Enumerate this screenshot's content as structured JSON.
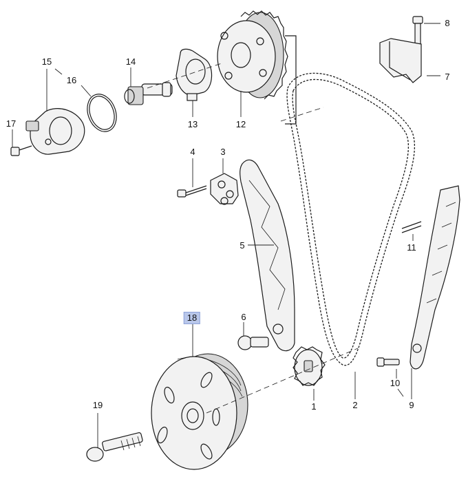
{
  "diagram": {
    "callouts": [
      {
        "id": "c1",
        "text": "1",
        "highlighted": false
      },
      {
        "id": "c2",
        "text": "2",
        "highlighted": false
      },
      {
        "id": "c3",
        "text": "3",
        "highlighted": false
      },
      {
        "id": "c4",
        "text": "4",
        "highlighted": false
      },
      {
        "id": "c5",
        "text": "5",
        "highlighted": false
      },
      {
        "id": "c6",
        "text": "6",
        "highlighted": false
      },
      {
        "id": "c7",
        "text": "7",
        "highlighted": false
      },
      {
        "id": "c8",
        "text": "8",
        "highlighted": false
      },
      {
        "id": "c9",
        "text": "9",
        "highlighted": false
      },
      {
        "id": "c10",
        "text": "10",
        "highlighted": false
      },
      {
        "id": "c11",
        "text": "11",
        "highlighted": false
      },
      {
        "id": "c12",
        "text": "12",
        "highlighted": false
      },
      {
        "id": "c13",
        "text": "13",
        "highlighted": false
      },
      {
        "id": "c14",
        "text": "14",
        "highlighted": false
      },
      {
        "id": "c15",
        "text": "15",
        "highlighted": false
      },
      {
        "id": "c16",
        "text": "16",
        "highlighted": false
      },
      {
        "id": "c17",
        "text": "17",
        "highlighted": false
      },
      {
        "id": "c18",
        "text": "18",
        "highlighted": true
      },
      {
        "id": "c19",
        "text": "19",
        "highlighted": false
      }
    ],
    "highlight_color": "#b9c7ea"
  }
}
